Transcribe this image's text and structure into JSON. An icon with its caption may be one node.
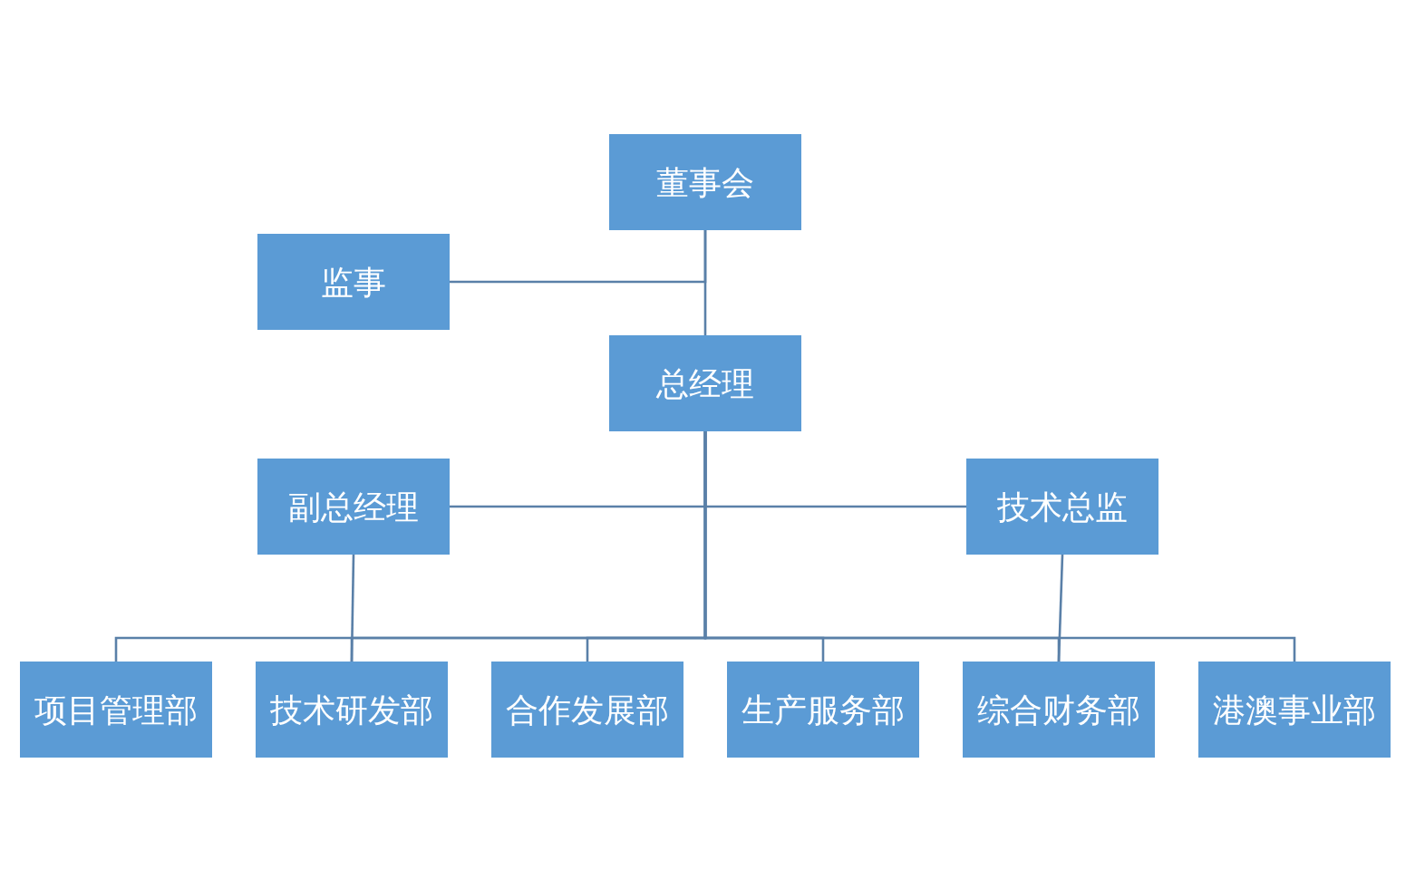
{
  "diagram": {
    "nodes": [
      {
        "text": [
          "董事会"
        ]
      },
      {
        "text": [
          "监事"
        ]
      },
      {
        "text": [
          "总经理"
        ]
      },
      {
        "text": [
          "副总经理"
        ]
      },
      {
        "text": [
          "技术总监"
        ]
      },
      {
        "text": [
          "项目管理部"
        ]
      },
      {
        "text": [
          "技术研发部"
        ]
      },
      {
        "text": [
          "合作发展部"
        ]
      },
      {
        "text": [
          "生产服务部"
        ]
      },
      {
        "text": [
          "综合财务部"
        ]
      },
      {
        "text": [
          "港澳事业部"
        ]
      }
    ],
    "edges": [
      {
        "from": 0,
        "to": 2,
        "arrow": "none"
      },
      {
        "from": 0,
        "to": 1,
        "arrow": "none"
      },
      {
        "from": 2,
        "to": 3,
        "arrow": "none"
      },
      {
        "from": 2,
        "to": 4,
        "arrow": "none"
      },
      {
        "from": 2,
        "to": 5,
        "arrow": "none"
      },
      {
        "from": 2,
        "to": 6,
        "arrow": "none"
      },
      {
        "from": 2,
        "to": 7,
        "arrow": "none"
      },
      {
        "from": 2,
        "to": 8,
        "arrow": "none"
      },
      {
        "from": 2,
        "to": 9,
        "arrow": "none"
      },
      {
        "from": 2,
        "to": 10,
        "arrow": "none"
      },
      {
        "from": 3,
        "to": 6,
        "arrow": "none"
      },
      {
        "from": 4,
        "to": 9,
        "arrow": "none"
      }
    ]
  }
}
